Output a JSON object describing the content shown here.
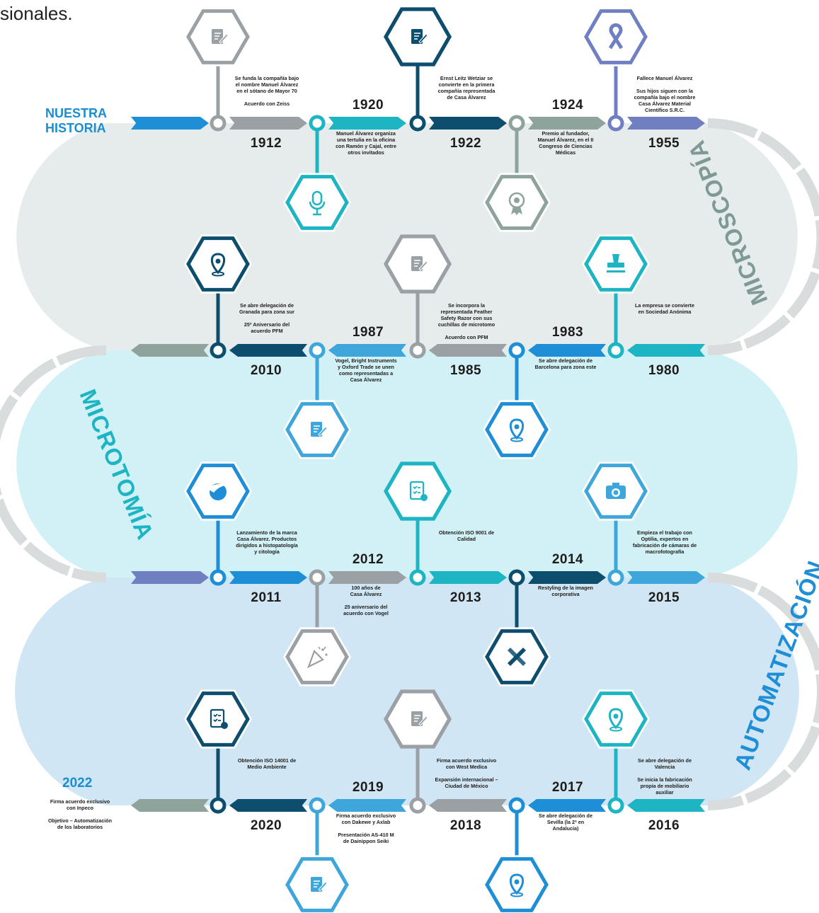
{
  "header": {
    "fragment": "sionales.",
    "title_line1": "NUESTRA",
    "title_line2": "HISTORIA"
  },
  "sections": {
    "microscopia": "MICROSCOPÍA",
    "microtomia": "MICROTOMÍA",
    "automatizacion": "AUTOMATIZACIÓN"
  },
  "colors": {
    "blue": "#1e8fd6",
    "navy": "#0d4d6e",
    "cyan": "#1db5c3",
    "teal": "#0f8f9c",
    "gray": "#9aa0a4",
    "sage": "#8fa39d",
    "purple": "#6f7fc2",
    "sky": "#3fa6db",
    "band1": "#e6ebec",
    "band2": "#d2f1f6",
    "band3": "#d0e6f4",
    "track": "#d9dcdc"
  },
  "timeline": {
    "row1": [
      {
        "year": "1912",
        "text": "Se funda la compañía bajo\nel nombre Manuel Álvarez\nen el sótano de Mayor 70\n\nAcuerdo con Zeiss",
        "icon": "document-edit-icon"
      },
      {
        "year": "1920",
        "text": "Manuel Álvarez organiza\nuna tertulia en la oficina\ncon Ramón y Cajal, entre\notros invitados",
        "icon": "microphone-icon"
      },
      {
        "year": "1922",
        "text": "Ernst Leitz Wetziar se\nconvierte en la primera\ncompañía representada\nde Casa Álvarez",
        "icon": "document-edit-icon"
      },
      {
        "year": "1924",
        "text": "Premio al fundador,\nManuel Álvarez, en el II\nCongreso de Ciencias\nMédicas",
        "icon": "award-icon"
      },
      {
        "year": "1955",
        "text": "Fallece Manuel Álvarez\n\nSus hijos siguen con la\ncompañía bajo el nombre\nCasa Álvarez Material\nCientífico S.R.C.",
        "icon": "ribbon-icon"
      }
    ],
    "row2": [
      {
        "year": "2010",
        "text": "Se abre delegación de\nGranada para zona sur\n\n25º Aniversario del\nacuerdo PFM",
        "icon": "location-pin-icon"
      },
      {
        "year": "1987",
        "text": "Vogel, Bright Instruments\ny Oxford Trade se unen\ncomo representadas a\nCasa Álvarez",
        "icon": "document-edit-icon"
      },
      {
        "year": "1985",
        "text": "Se incorpora la\nrepresentada Feather\nSafety Razor con sus\ncuchillas de microtomo\n\nAcuerdo con PFM",
        "icon": "document-edit-icon"
      },
      {
        "year": "1983",
        "text": "Se abre delegación de\nBarcelona para zona este",
        "icon": "location-pin-icon"
      },
      {
        "year": "1980",
        "text": "La empresa se convierte\nen Sociedad Anónima",
        "icon": "stamp-icon"
      }
    ],
    "row3": [
      {
        "year": "2011",
        "text": "Lanzamiento de la marca\nCasa Álvarez. Productos\ndirigidos a histopatología\ny citología",
        "icon": "brand-logo-icon"
      },
      {
        "year": "2012",
        "text": "100 años de\nCasa Álvarez\n\n25 aniversario del\nacuerdo con Vogel",
        "icon": "celebration-icon"
      },
      {
        "year": "2013",
        "text": "Obtención ISO 9001 de\nCalidad",
        "icon": "checklist-icon"
      },
      {
        "year": "2014",
        "text": "Restyling de la imagen\ncorporativa",
        "icon": "design-tools-icon"
      },
      {
        "year": "2015",
        "text": "Empieza el trabajo con\nOptilia, expertos en\nfabricación de cámaras de\nmacrofotografía",
        "icon": "camera-icon"
      }
    ],
    "row4": [
      {
        "year": "2022",
        "text": "Firma acuerdo exclusivo\ncon Inpeco\n\nObjetivo – Automatización\nde los laboratorios"
      },
      {
        "year": "2020",
        "text": "Obtención ISO 14001 de\nMedio Ambiente",
        "icon": "checklist-icon"
      },
      {
        "year": "2019",
        "text": "Firma acuerdo exclusivo\ncon Dakewe y Axlab\n\nPresentación AS-410 M\nde Dainippon Seiki",
        "icon": "document-edit-icon"
      },
      {
        "year": "2018",
        "text": "Firma acuerdo exclusivo\ncon West Medica\n\nExpansión internacional –\nCiudad de México",
        "icon": "document-edit-icon"
      },
      {
        "year": "2017",
        "text": "Se abre delegación de\nSevilla (la 2ª en\nAndalucía)",
        "icon": "location-pin-icon"
      },
      {
        "year": "2016",
        "text": "Se abre delegación de\nValencia\n\nSe inicia la fabricación\npropia de mobiliario\nauxiliar",
        "icon": "location-pin-icon"
      }
    ]
  }
}
